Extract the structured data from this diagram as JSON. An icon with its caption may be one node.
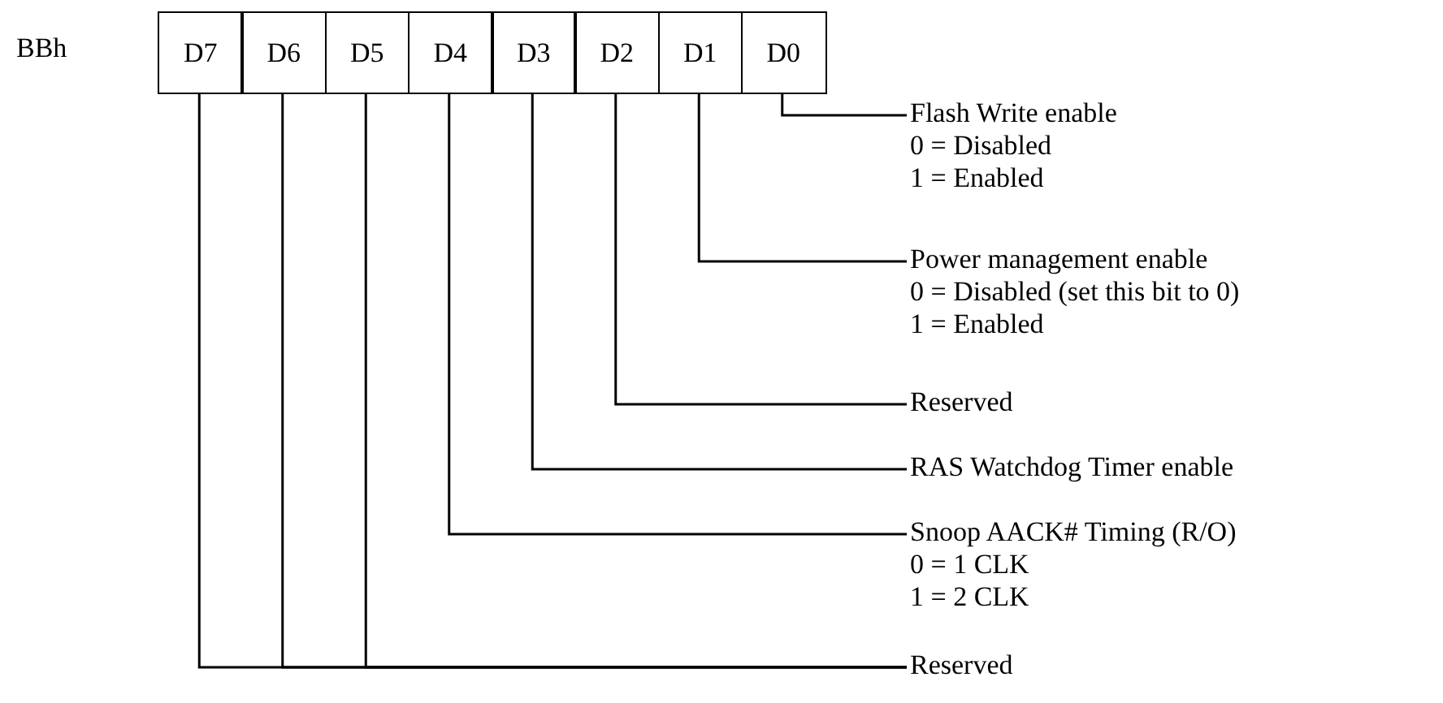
{
  "diagram": {
    "nodes": [
      {
        "text": [
          "D7"
        ]
      },
      {
        "text": [
          "D6"
        ]
      },
      {
        "text": [
          "D5"
        ]
      },
      {
        "text": [
          "D4"
        ]
      },
      {
        "text": [
          "D3"
        ]
      },
      {
        "text": [
          "D2"
        ]
      },
      {
        "text": [
          "D1"
        ]
      },
      {
        "text": [
          "D0"
        ]
      },
      {
        "text": [
          "Flash Write enable",
          "0 = Disabled",
          "1 = Enabled"
        ]
      },
      {
        "text": [
          "Power management enable",
          "0 = Disabled (set this bit to 0)",
          "1 = Enabled"
        ]
      },
      {
        "text": [
          "Reserved"
        ]
      },
      {
        "text": [
          "RAS Watchdog Timer enable"
        ]
      },
      {
        "text": [
          "Snoop AACK# Timing (R/O)",
          "0 = 1 CLK",
          "1 = 2 CLK"
        ]
      },
      {
        "text": [
          "Reserved"
        ]
      }
    ],
    "edges": [
      {
        "from": 7,
        "to": 8,
        "arrow": "none"
      },
      {
        "from": 6,
        "to": 9,
        "arrow": "none"
      },
      {
        "from": 5,
        "to": 10,
        "arrow": "none"
      },
      {
        "from": 4,
        "to": 11,
        "arrow": "none"
      },
      {
        "from": 3,
        "to": 12,
        "arrow": "none"
      },
      {
        "from": 0,
        "to": 13,
        "arrow": "none"
      },
      {
        "from": 1,
        "to": 13,
        "arrow": "none"
      },
      {
        "from": 2,
        "to": 13,
        "arrow": "none"
      }
    ],
    "labels": [
      "BBh"
    ]
  }
}
